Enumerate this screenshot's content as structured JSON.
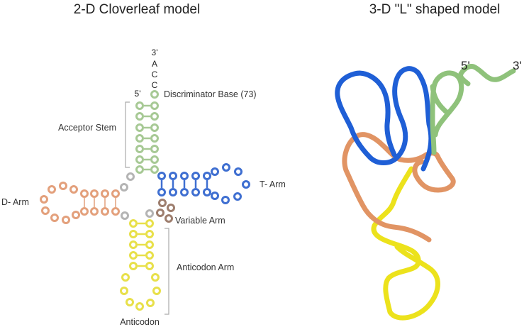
{
  "colors": {
    "acceptor": "#a7c995",
    "t_arm": "#3f6fd1",
    "d_arm": "#e3a07c",
    "anticodon": "#e8e04a",
    "variable": "#9e7e6e",
    "connector": "#b4b4b4",
    "tube_blue": "#1f5fd6",
    "tube_green": "#8fc27b",
    "tube_orange": "#e19464",
    "tube_yellow": "#ece21c"
  },
  "cloverleaf": {
    "title": "2-D Cloverleaf model",
    "three_prime": "3'",
    "tail_bases": [
      "A",
      "C",
      "C"
    ],
    "five_prime": "5'",
    "labels": {
      "discriminator": "Discriminator Base (73)",
      "acceptor_stem": "Acceptor Stem",
      "t_arm": "T- Arm",
      "d_arm": "D- Arm",
      "variable_arm": "Variable Arm",
      "anticodon_arm": "Anticodon Arm",
      "anticodon": "Anticodon"
    }
  },
  "l_model": {
    "title": "3-D \"L\" shaped model",
    "five_prime": "5'",
    "three_prime": "3'"
  }
}
